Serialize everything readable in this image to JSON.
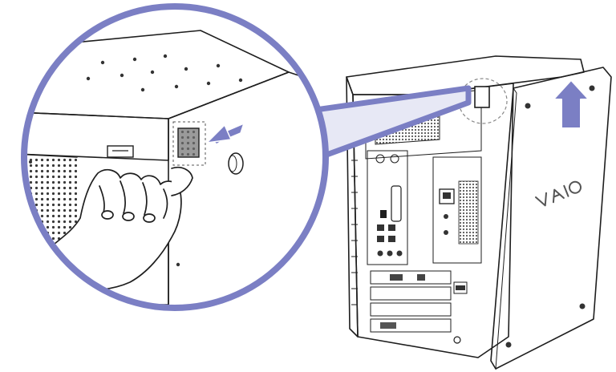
{
  "figure": {
    "brand_logo_text": "VAIO",
    "colors": {
      "accent": "#7b7fc4",
      "outline": "#1e1e1e",
      "panel_fill": "#d6d6d6",
      "case_fill": "#f4f4f4",
      "grille_fill": "#6a6a6a",
      "background": "#ffffff"
    },
    "icons": [
      "callout-magnifier",
      "arrow-left-icon",
      "arrow-up-icon",
      "hand-illustration",
      "release-latch",
      "side-panel"
    ]
  }
}
